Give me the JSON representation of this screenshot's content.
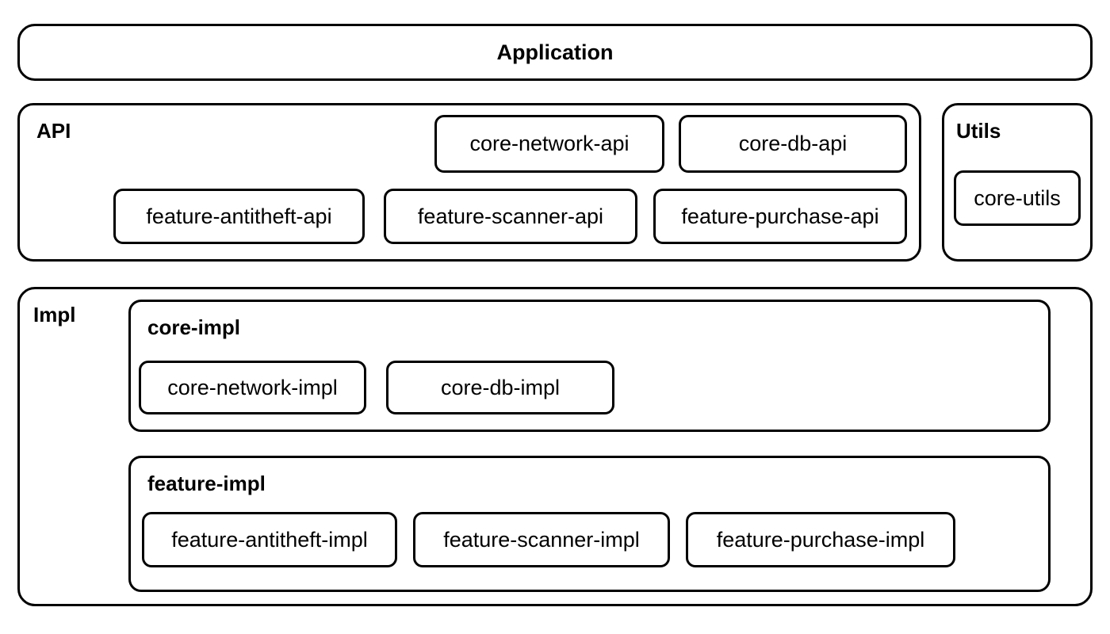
{
  "colors": {
    "background": "#ffffff",
    "stroke": "#000000",
    "text": "#000000"
  },
  "application": {
    "label": "Application"
  },
  "api": {
    "label": "API",
    "top_modules": [
      "core-network-api",
      "core-db-api"
    ],
    "feature_modules": [
      "feature-antitheft-api",
      "feature-scanner-api",
      "feature-purchase-api"
    ]
  },
  "utils": {
    "label": "Utils",
    "modules": [
      "core-utils"
    ]
  },
  "impl": {
    "label": "Impl",
    "core": {
      "label": "core-impl",
      "modules": [
        "core-network-impl",
        "core-db-impl"
      ]
    },
    "feature": {
      "label": "feature-impl",
      "modules": [
        "feature-antitheft-impl",
        "feature-scanner-impl",
        "feature-purchase-impl"
      ]
    }
  }
}
